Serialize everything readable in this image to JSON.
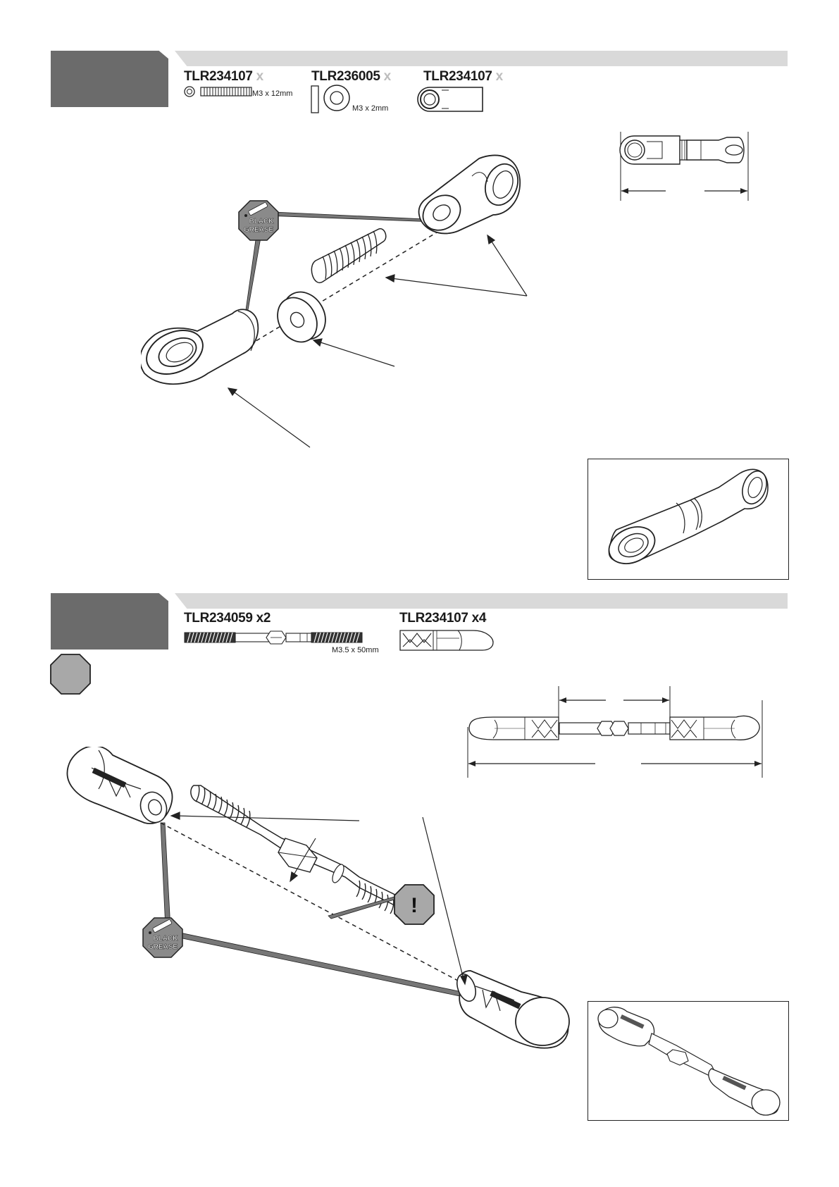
{
  "step1": {
    "parts": [
      {
        "code": "TLR234107",
        "qty": "x",
        "size": "M3 x 12mm"
      },
      {
        "code": "TLR236005",
        "qty": "x",
        "size": "M3 x 2mm"
      },
      {
        "code": "TLR234107",
        "qty": "x"
      }
    ],
    "grease_label": [
      "BLACK",
      "GREASE"
    ]
  },
  "step2": {
    "parts": [
      {
        "code": "TLR234059",
        "qty": "x2",
        "size": "M3.5 x 50mm"
      },
      {
        "code": "TLR234107",
        "qty": "x4"
      }
    ],
    "grease_label": [
      "BLACK",
      "GREASE"
    ],
    "warning_symbol": "!"
  },
  "colors": {
    "step_block": "#6b6b6b",
    "step_tab": "#d9d9d9",
    "warning_octagon": "#a8a8a8"
  }
}
